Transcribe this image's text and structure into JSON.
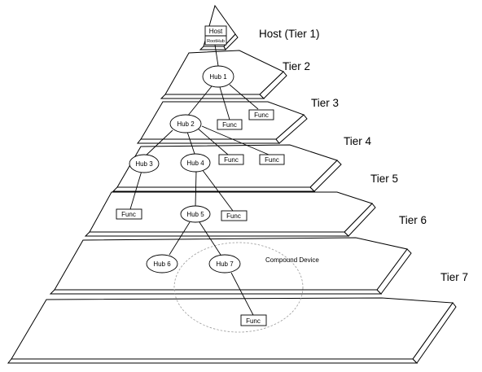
{
  "tiers": [
    {
      "label": "Host (Tier 1)"
    },
    {
      "label": "Tier 2"
    },
    {
      "label": "Tier 3"
    },
    {
      "label": "Tier 4"
    },
    {
      "label": "Tier 5"
    },
    {
      "label": "Tier 6"
    },
    {
      "label": "Tier 7"
    }
  ],
  "host": {
    "title": "Host",
    "subtitle": "RootHub"
  },
  "nodes": {
    "hub1": {
      "label": "Hub 1"
    },
    "func3a": {
      "label": "Func"
    },
    "func3b": {
      "label": "Func"
    },
    "hub2": {
      "label": "Hub 2"
    },
    "func4a": {
      "label": "Func"
    },
    "func4b": {
      "label": "Func"
    },
    "hub3": {
      "label": "Hub 3"
    },
    "hub4": {
      "label": "Hub 4"
    },
    "func5a": {
      "label": "Func"
    },
    "hub5": {
      "label": "Hub 5"
    },
    "func5b": {
      "label": "Func"
    },
    "hub6": {
      "label": "Hub 6"
    },
    "hub7": {
      "label": "Hub 7"
    },
    "func7": {
      "label": "Func"
    }
  },
  "compound": {
    "label": "Compound Device"
  }
}
